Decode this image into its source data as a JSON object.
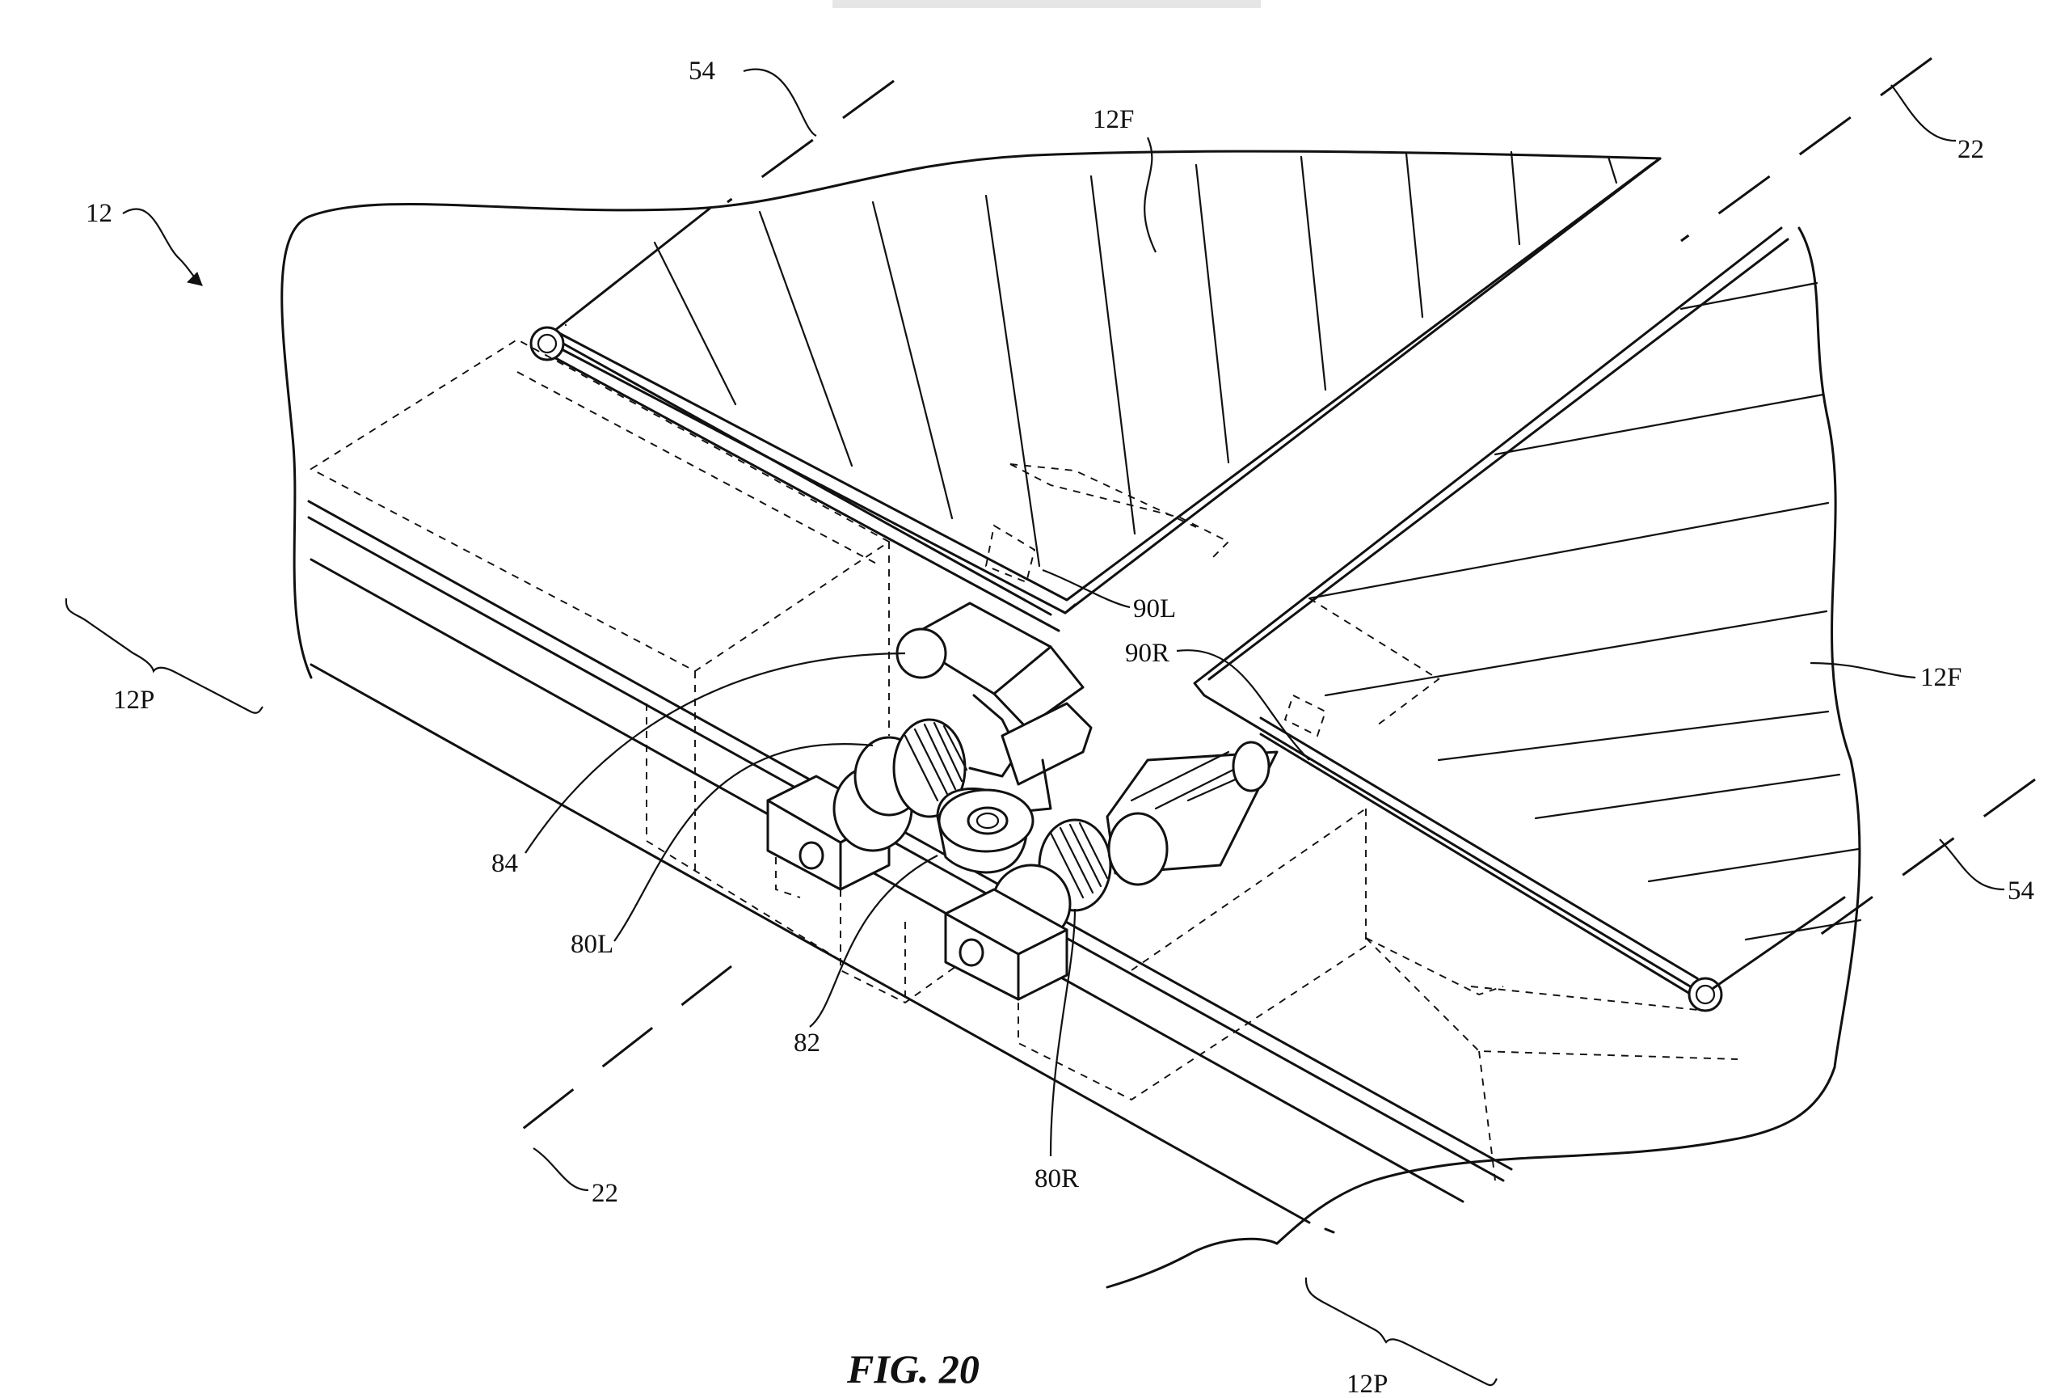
{
  "figure": {
    "caption": "FIG. 20",
    "labels": {
      "device": "12",
      "fold_axis_top": "54",
      "fold_axis_right": "54",
      "bend_axis_top": "22",
      "bend_axis_bottom": "22",
      "flap_left": "12F",
      "flap_right": "12F",
      "portion_left": "12P",
      "portion_bottom": "12P",
      "hinge_left": "90L",
      "hinge_right": "90R",
      "motor": "84",
      "gear_left": "80L",
      "gear_center": "82",
      "gear_right": "80R"
    }
  }
}
